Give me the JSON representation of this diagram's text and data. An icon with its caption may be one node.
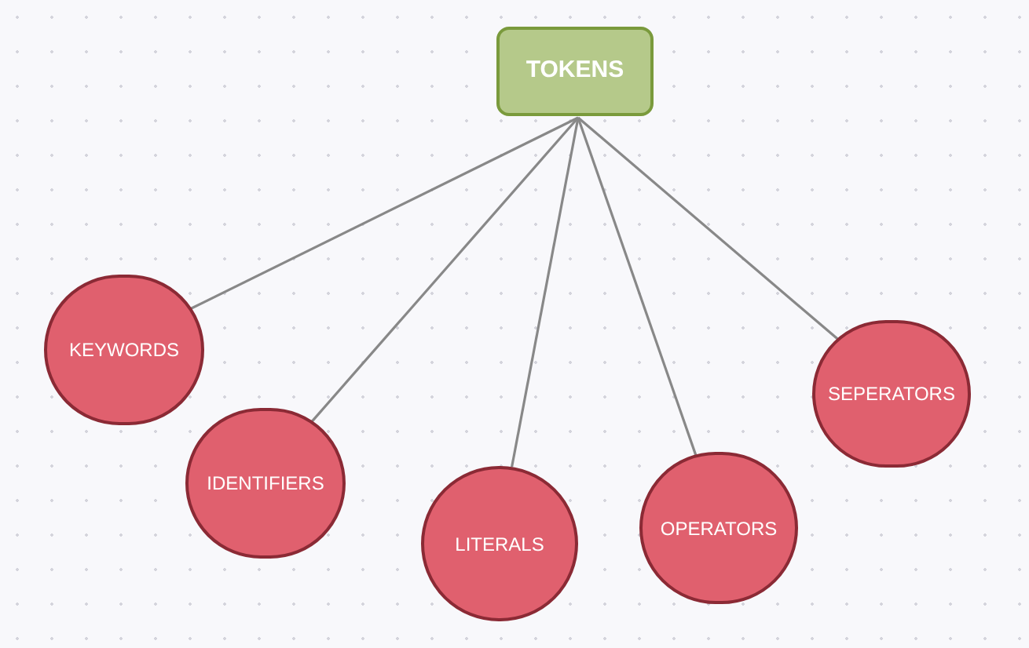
{
  "diagram": {
    "nodes": [
      {
        "text": [
          "TOKENS"
        ]
      },
      {
        "text": [
          "KEYWORDS"
        ]
      },
      {
        "text": [
          "IDENTIFIERS"
        ]
      },
      {
        "text": [
          "LITERALS"
        ]
      },
      {
        "text": [
          "OPERATORS"
        ]
      },
      {
        "text": [
          "SEPERATORS"
        ]
      }
    ],
    "edges": [
      {
        "from": 0,
        "to": 1,
        "arrow": "none"
      },
      {
        "from": 0,
        "to": 2,
        "arrow": "none"
      },
      {
        "from": 0,
        "to": 3,
        "arrow": "none"
      },
      {
        "from": 0,
        "to": 4,
        "arrow": "none"
      },
      {
        "from": 0,
        "to": 5,
        "arrow": "none"
      }
    ]
  }
}
